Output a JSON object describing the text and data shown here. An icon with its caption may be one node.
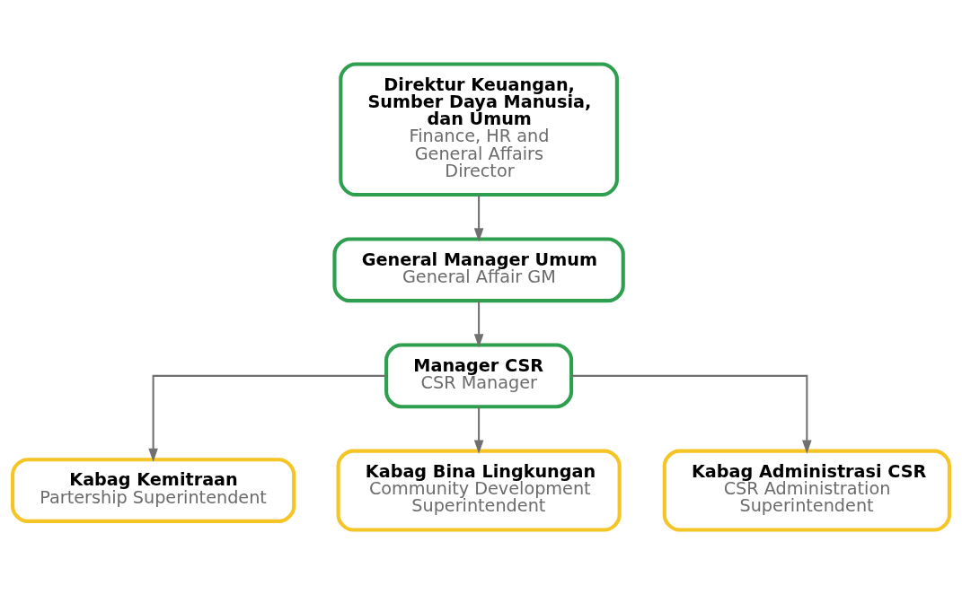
{
  "diagram": {
    "nodes": [
      {
        "text": [
          "Direktur Keuangan, Sumber Daya Manusia, dan Umum",
          "Finance, HR and General Affairs Director"
        ]
      },
      {
        "text": [
          "General Manager Umum",
          "General Affair GM"
        ]
      },
      {
        "text": [
          "Manager CSR",
          "CSR Manager"
        ]
      },
      {
        "text": [
          "Kabag Kemitraan",
          "Partership Superintendent"
        ]
      },
      {
        "text": [
          "Kabag Bina Lingkungan",
          "Community Development Superintendent"
        ]
      },
      {
        "text": [
          "Kabag Administrasi CSR",
          "CSR Administration Superintendent"
        ]
      }
    ],
    "edges": [
      {
        "from": 0,
        "to": 1,
        "arrow": "to"
      },
      {
        "from": 1,
        "to": 2,
        "arrow": "to"
      },
      {
        "from": 2,
        "to": 3,
        "arrow": "to"
      },
      {
        "from": 2,
        "to": 4,
        "arrow": "to"
      },
      {
        "from": 2,
        "to": 5,
        "arrow": "to"
      }
    ]
  }
}
